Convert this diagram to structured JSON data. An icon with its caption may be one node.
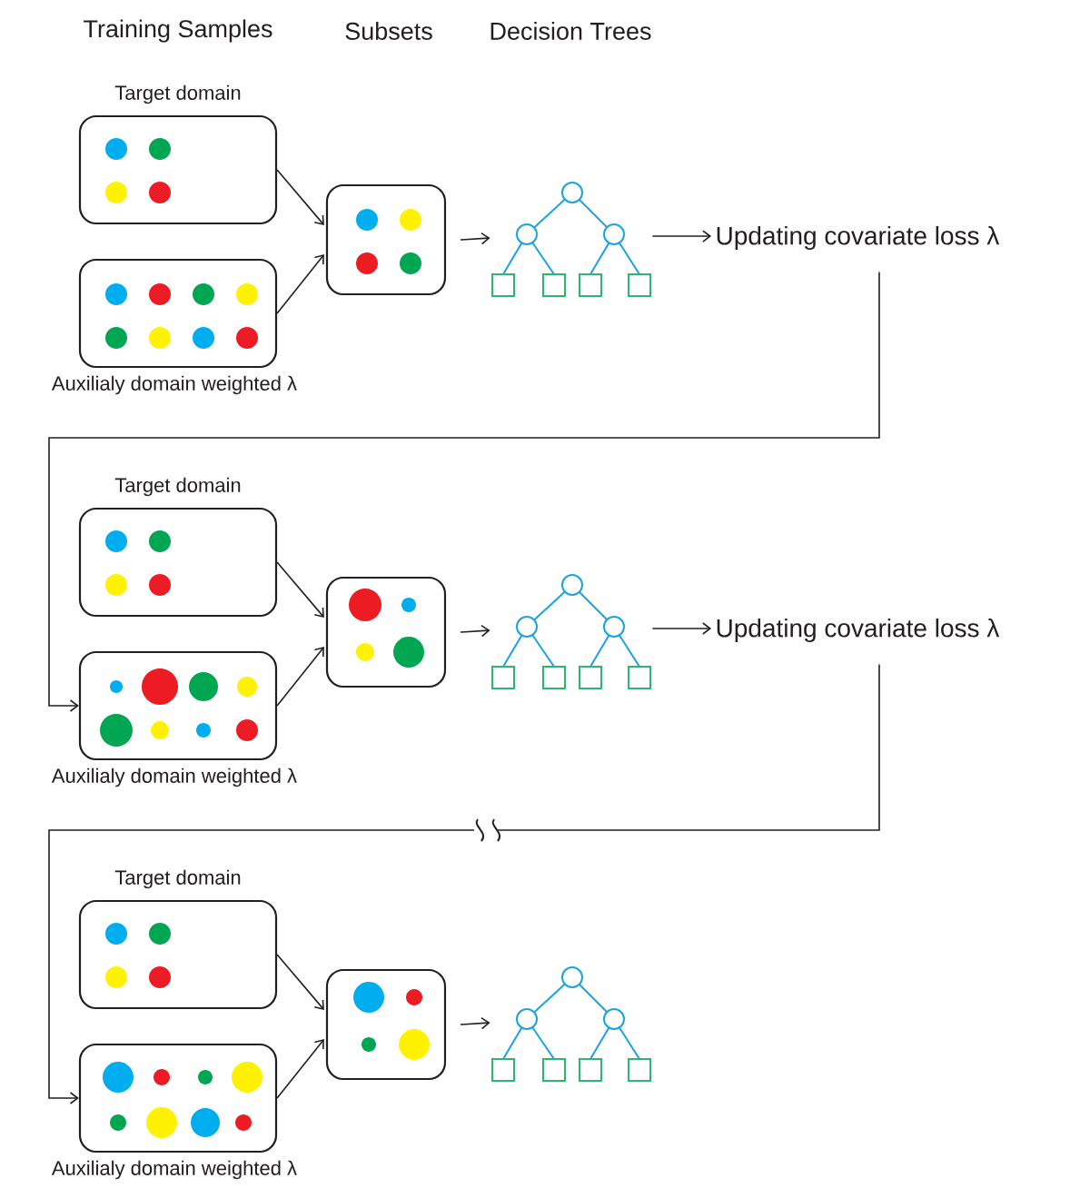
{
  "diagram": {
    "nodes": [
      {
        "text": [
          "Target domain"
        ]
      },
      {
        "text": [
          "Auxilialy domain  weighted λ"
        ]
      },
      {
        "text": [],
        "shape": "box"
      },
      {
        "text": [],
        "shape": "tree"
      },
      {
        "text": [
          "Updating covariate loss  λ"
        ]
      },
      {
        "text": [
          "Target domain"
        ]
      },
      {
        "text": [
          "Auxilialy domain  weighted λ"
        ]
      },
      {
        "text": [],
        "shape": "box"
      },
      {
        "text": [],
        "shape": "tree"
      },
      {
        "text": [
          "Updating covariate loss  λ"
        ]
      },
      {
        "text": [
          "Target domain"
        ]
      },
      {
        "text": [
          "Auxilialy domain  weighted λ"
        ]
      },
      {
        "text": [],
        "shape": "box"
      },
      {
        "text": [],
        "shape": "tree"
      }
    ],
    "edges": [
      {
        "from": 0,
        "to": 2,
        "arrow": "to"
      },
      {
        "from": 1,
        "to": 2,
        "arrow": "to"
      },
      {
        "from": 2,
        "to": 3,
        "arrow": "to"
      },
      {
        "from": 3,
        "to": 4,
        "arrow": "to"
      },
      {
        "from": 4,
        "to": 6,
        "arrow": "to"
      },
      {
        "from": 5,
        "to": 7,
        "arrow": "to"
      },
      {
        "from": 6,
        "to": 7,
        "arrow": "to"
      },
      {
        "from": 7,
        "to": 8,
        "arrow": "to"
      },
      {
        "from": 8,
        "to": 9,
        "arrow": "to"
      },
      {
        "from": 9,
        "to": 11,
        "arrow": "to"
      },
      {
        "from": 10,
        "to": 12,
        "arrow": "to"
      },
      {
        "from": 11,
        "to": 12,
        "arrow": "to"
      },
      {
        "from": 12,
        "to": 13,
        "arrow": "to"
      }
    ],
    "labels": [
      "Training Samples",
      "Subsets",
      "Decision Trees"
    ]
  }
}
